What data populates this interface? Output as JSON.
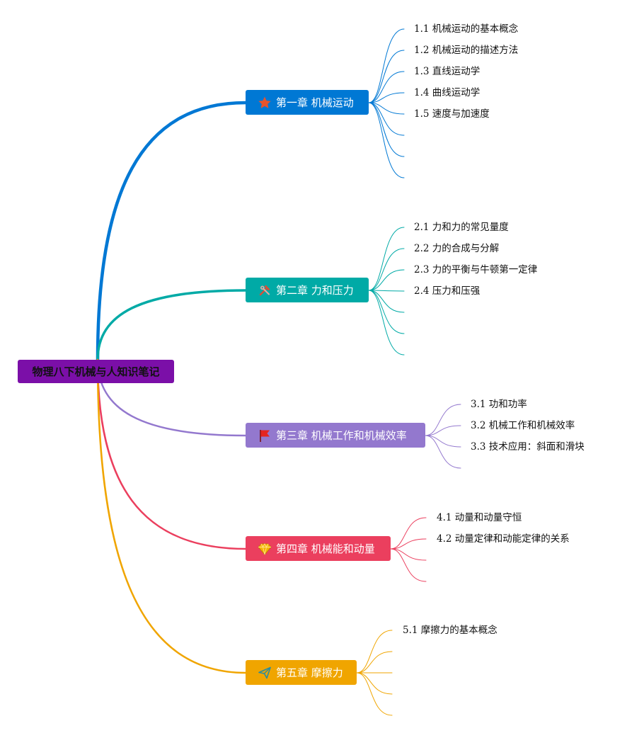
{
  "root": {
    "label": "物理八下机械与人知识笔记",
    "color": "#7B0FA8"
  },
  "chapters": [
    {
      "label": "第一章 机械运动",
      "color": "#0078D4",
      "icon": "star-icon",
      "icon_color": "#E8542C",
      "items": [
        "1.1 机械运动的基本概念",
        "1.2 机械运动的描述方法",
        "1.3 直线运动学",
        "1.4 曲线运动学",
        "1.5 速度与加速度",
        "",
        "",
        ""
      ]
    },
    {
      "label": "第二章 力和压力",
      "color": "#00AAA6",
      "icon": "tools-icon",
      "icon_color": "#D6503A",
      "items": [
        "2.1 力和力的常见量度",
        "2.2 力的合成与分解",
        "2.3 力的平衡与牛顿第一定律",
        "2.4 压力和压强",
        "",
        "",
        ""
      ]
    },
    {
      "label": "第三章 机械工作和机械效率",
      "color": "#9378CE",
      "icon": "flag-icon",
      "icon_color": "#E52420",
      "items": [
        "3.1 功和功率",
        "3.2 机械工作和机械效率",
        "3.3 技术应用：斜面和滑块",
        ""
      ]
    },
    {
      "label": "第四章 机械能和动量",
      "color": "#EB3F5E",
      "icon": "gem-icon",
      "icon_color": "#F5B400",
      "items": [
        "4.1 动量和动量守恒",
        "4.2 动量定律和动能定律的关系",
        "",
        ""
      ]
    },
    {
      "label": "第五章 摩擦力",
      "color": "#F0A500",
      "icon": "paper-plane-icon",
      "icon_color": "#2A8C9E",
      "items": [
        "5.1 摩擦力的基本概念",
        "",
        "",
        "",
        ""
      ]
    }
  ]
}
